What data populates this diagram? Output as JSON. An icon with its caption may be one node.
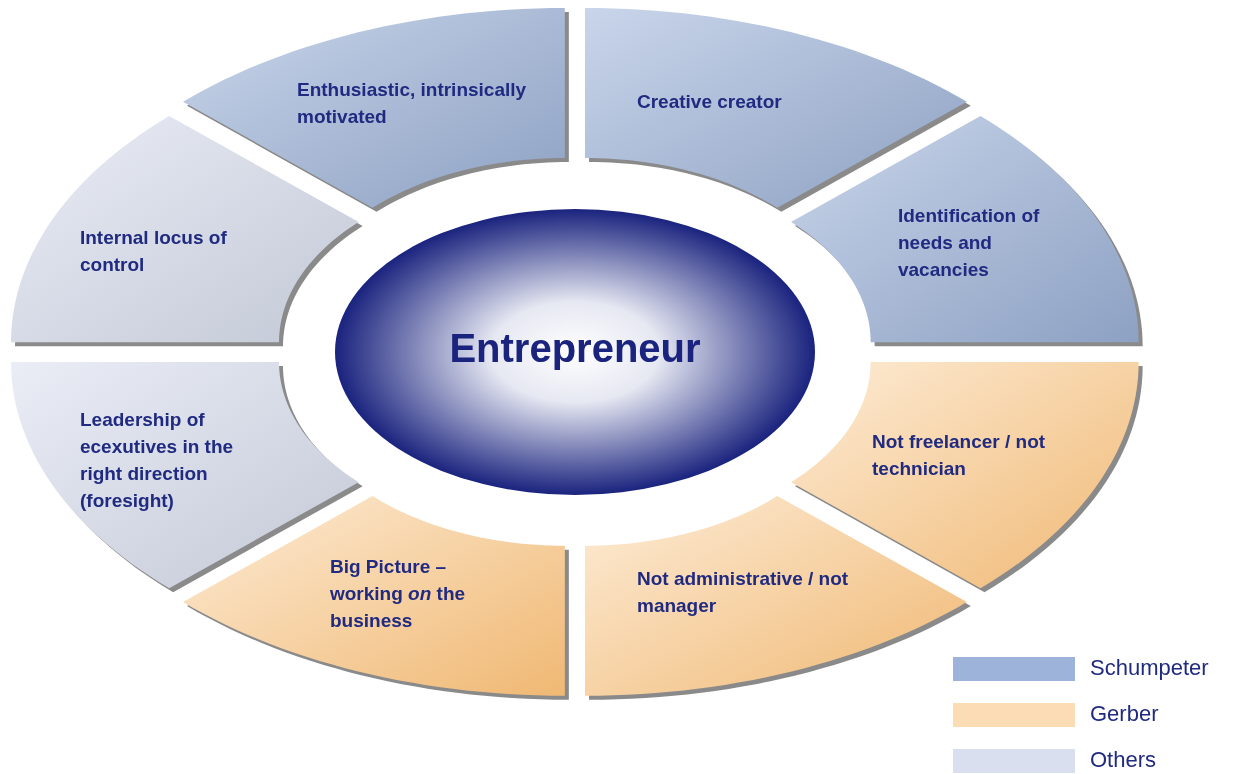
{
  "diagram": {
    "nodes": [
      {
        "text": [
          "Enthusiastic, intrinsically motivated"
        ]
      },
      {
        "text": [
          "Creative creator"
        ]
      },
      {
        "text": [
          "Identification of needs and vacancies"
        ]
      },
      {
        "text": [
          "Internal locus of control"
        ]
      },
      {
        "text": [
          "Entrepreneur"
        ]
      },
      {
        "text": [
          "Leadership of ecexutives in the right direction (foresight)"
        ]
      },
      {
        "text": [
          "Not freelancer / not technician"
        ]
      },
      {
        "text": [
          "Big Picture – working *on* the business"
        ]
      },
      {
        "text": [
          "Not administrative / not manager"
        ]
      }
    ],
    "legend": [
      {
        "text": "Schumpeter",
        "color": "#9db3d9"
      },
      {
        "text": "Gerber",
        "color": "#fbdcb4"
      },
      {
        "text": "Others",
        "color": "#d9dfee"
      }
    ]
  }
}
